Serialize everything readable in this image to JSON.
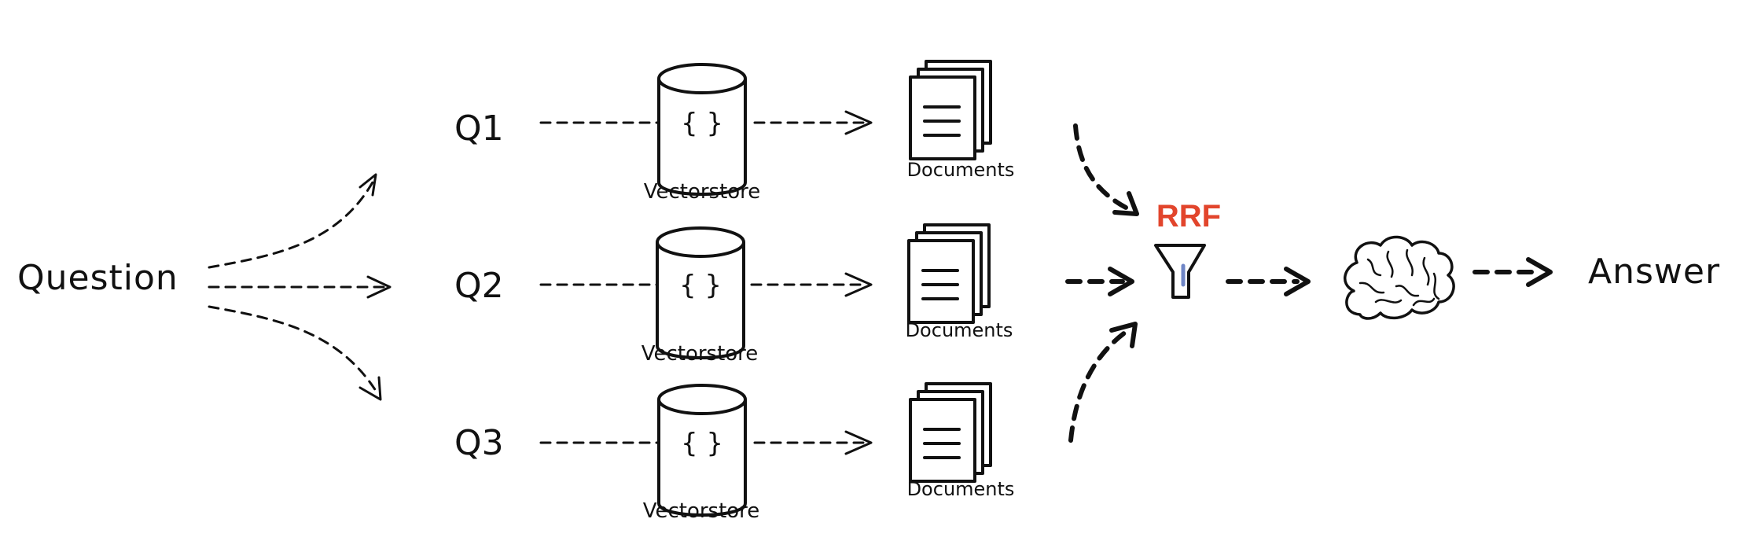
{
  "question": "Question",
  "queries": [
    {
      "label": "Q1",
      "store_label": "Vectorstore",
      "docs_label": "Documents"
    },
    {
      "label": "Q2",
      "store_label": "Vectorstore",
      "docs_label": "Documents"
    },
    {
      "label": "Q3",
      "store_label": "Vectorstore",
      "docs_label": "Documents"
    }
  ],
  "store_glyph": "{ }",
  "fusion": {
    "label": "RRF",
    "color": "#E2452C"
  },
  "answer": "Answer"
}
